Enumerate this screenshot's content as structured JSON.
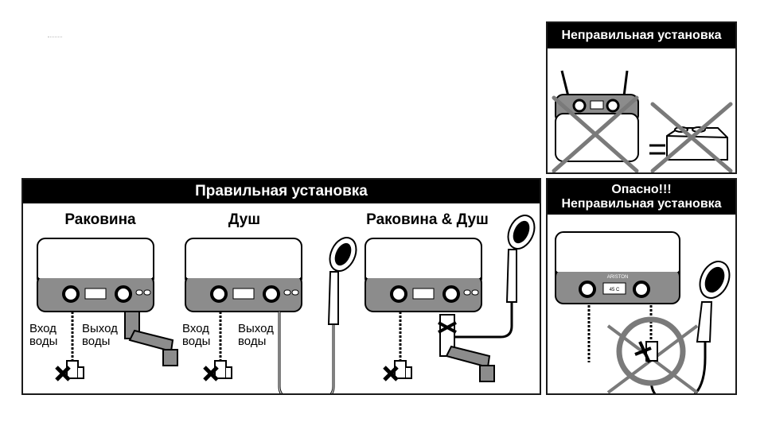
{
  "correct": {
    "header": "Правильная установка",
    "sections": [
      {
        "title": "Раковина",
        "inlet": [
          "Вход",
          "воды"
        ],
        "outlet": [
          "Выход",
          "воды"
        ]
      },
      {
        "title": "Душ",
        "inlet": [
          "Вход",
          "воды"
        ],
        "outlet": [
          "Выход",
          "воды"
        ]
      },
      {
        "title": "Раковина & Душ"
      }
    ]
  },
  "wrong_top": {
    "header": "Неправильная установка"
  },
  "wrong_bottom": {
    "header_line1": "Опасно!!!",
    "header_line2": "Неправильная установка"
  },
  "device": {
    "brand": "ARISTON",
    "display": "45 C"
  },
  "colors": {
    "panel_gray": "#8c8c8c",
    "cross": "#7a7a7a",
    "border": "#1a1a1a"
  }
}
